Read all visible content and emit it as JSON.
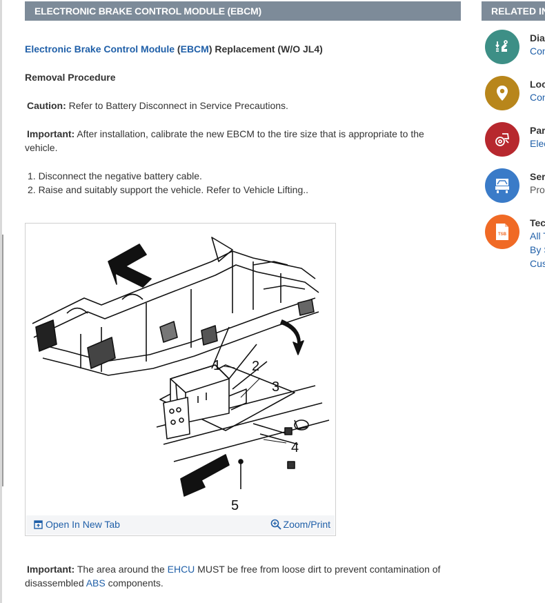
{
  "header": {
    "title": "ELECTRONIC BRAKE CONTROL MODULE (EBCM)",
    "related_title": "RELATED INFO"
  },
  "doc": {
    "title_link1": "Electronic Brake Control Module",
    "title_paren_open": " (",
    "title_link2": "EBCM",
    "title_rest": ") Replacement (W/O JL4)",
    "section": "Removal Procedure",
    "caution_label": "Caution:",
    "caution_text": " Refer to Battery Disconnect in Service Precautions.",
    "important1_label": "Important:",
    "important1_text": " After installation, calibrate the new EBCM to the tire size that is appropriate to the vehicle.",
    "steps": [
      "1. Disconnect the negative battery cable.",
      "2. Raise and suitably support the vehicle. Refer to Vehicle Lifting.."
    ],
    "important2_label": "Important:",
    "important2_pre": " The area around the ",
    "important2_link1": "EHCU",
    "important2_mid": " MUST be free from loose dirt to prevent contamination of disassembled ",
    "important2_link2": "ABS",
    "important2_post": " components."
  },
  "figure": {
    "open_label": "Open In New Tab",
    "zoom_label": "Zoom/Print",
    "callouts": [
      "1",
      "2",
      "3",
      "4",
      "5"
    ]
  },
  "related": [
    {
      "icon": "diagnostic-icon",
      "color": "#3d8f86",
      "title": "Diag",
      "subs": [
        "Con"
      ]
    },
    {
      "icon": "location-pin-icon",
      "color": "#b8861b",
      "title": "Loc",
      "subs": [
        "Con"
      ]
    },
    {
      "icon": "parts-icon",
      "color": "#b7282e",
      "title": "Par",
      "subs": [
        "Elec"
      ]
    },
    {
      "icon": "service-icon",
      "color": "#3a7bc8",
      "title": "Ser",
      "subs": [
        "Pro"
      ]
    },
    {
      "icon": "tsb-icon",
      "color": "#f06a25",
      "title": "Tec",
      "subs": [
        "All T",
        "By S",
        "Cus"
      ],
      "icon_text": "TSB"
    }
  ]
}
